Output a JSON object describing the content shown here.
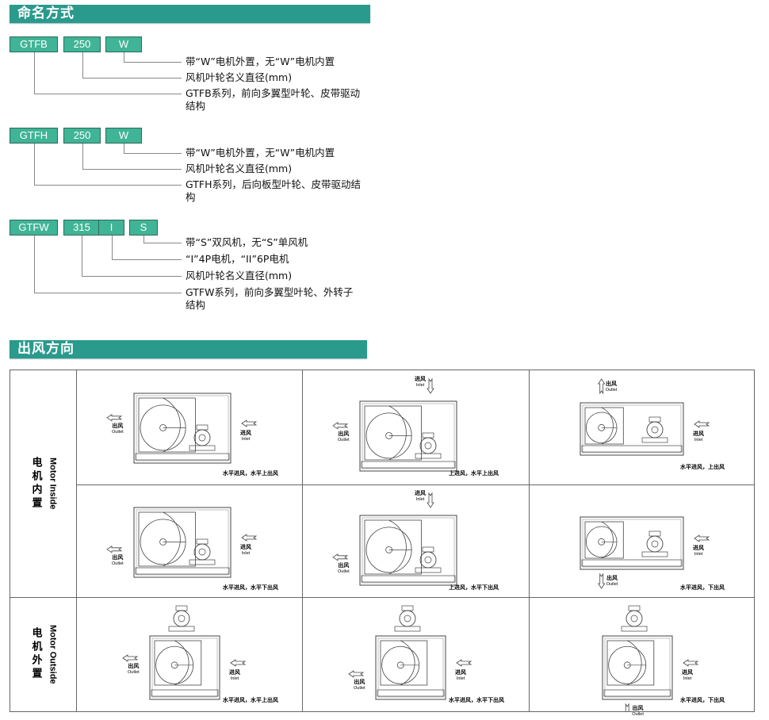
{
  "naming": {
    "title": "命名方式",
    "groups": [
      {
        "codes": [
          "GTFB",
          "250",
          "W"
        ],
        "lines": [
          "带“W”电机外置，无“W”电机内置",
          "风机叶轮名义直径(mm)",
          "GTFB系列，前向多翼型叶轮、皮带驱动",
          "结构"
        ]
      },
      {
        "codes": [
          "GTFH",
          "250",
          "W"
        ],
        "lines": [
          "带“W”电机外置，无“W”电机内置",
          "风机叶轮名义直径(mm)",
          "GTFH系列，后向板型叶轮、皮带驱动结",
          "构"
        ]
      },
      {
        "codes": [
          "GTFW",
          "315",
          "I",
          "S"
        ],
        "lines": [
          "带“S”双风机，无“S”单风机",
          "“I”4P电机，“II”6P电机",
          "风机叶轮名义直径(mm)",
          "GTFW系列，前向多翼型叶轮、外转子",
          "结构"
        ]
      }
    ]
  },
  "direction": {
    "title": "出风方向",
    "labels": {
      "outlet_cn": "出风",
      "outlet_en": "Outlet",
      "inlet_cn": "进风",
      "inlet_en": "Inlet"
    },
    "rows": [
      {
        "label_cn": "电机内置",
        "label_en": "Motor Inside"
      },
      {
        "label_cn": "电机外置",
        "label_en": "Motor Outside"
      }
    ],
    "cells": [
      {
        "caption": "水平进风，水平上出风"
      },
      {
        "caption": "上进风，水平上出风"
      },
      {
        "caption": "水平进风，上出风"
      },
      {
        "caption": "水平进风，水平下出风"
      },
      {
        "caption": "上进风，水平下出风"
      },
      {
        "caption": "水平进风，下出风"
      },
      {
        "caption": "水平进风，水平上出风"
      },
      {
        "caption": "水平进风，水平下出风"
      },
      {
        "caption": "水平进风，下出风"
      }
    ]
  }
}
